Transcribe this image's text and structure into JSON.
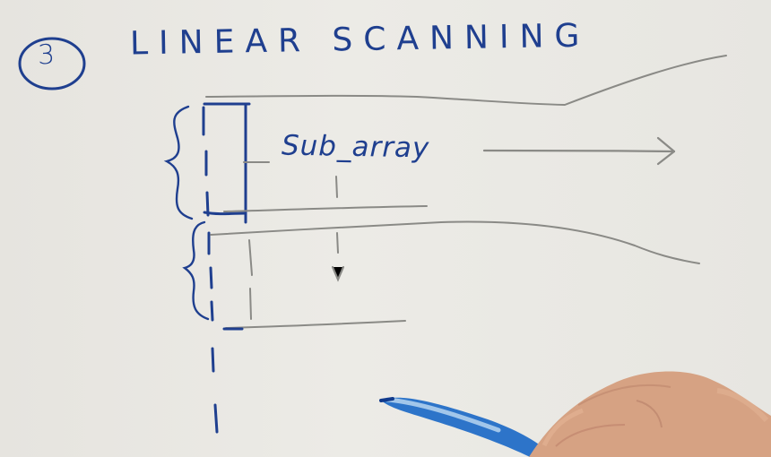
{
  "title": {
    "number": "3",
    "text": "LINEAR SCANNING"
  },
  "labels": {
    "sub_array": "Sub_array"
  },
  "icons": {
    "circle": "circle-icon",
    "arrow": "right-arrow-icon",
    "downward": "down-arrow-icon",
    "pen": "pen-icon",
    "hand": "hand-icon"
  },
  "colors": {
    "ink_blue": "#1f3f8f",
    "pencil_gray": "#8a8a86",
    "paper": "#e9e7e2",
    "pen_blue": "#2d74c9"
  }
}
